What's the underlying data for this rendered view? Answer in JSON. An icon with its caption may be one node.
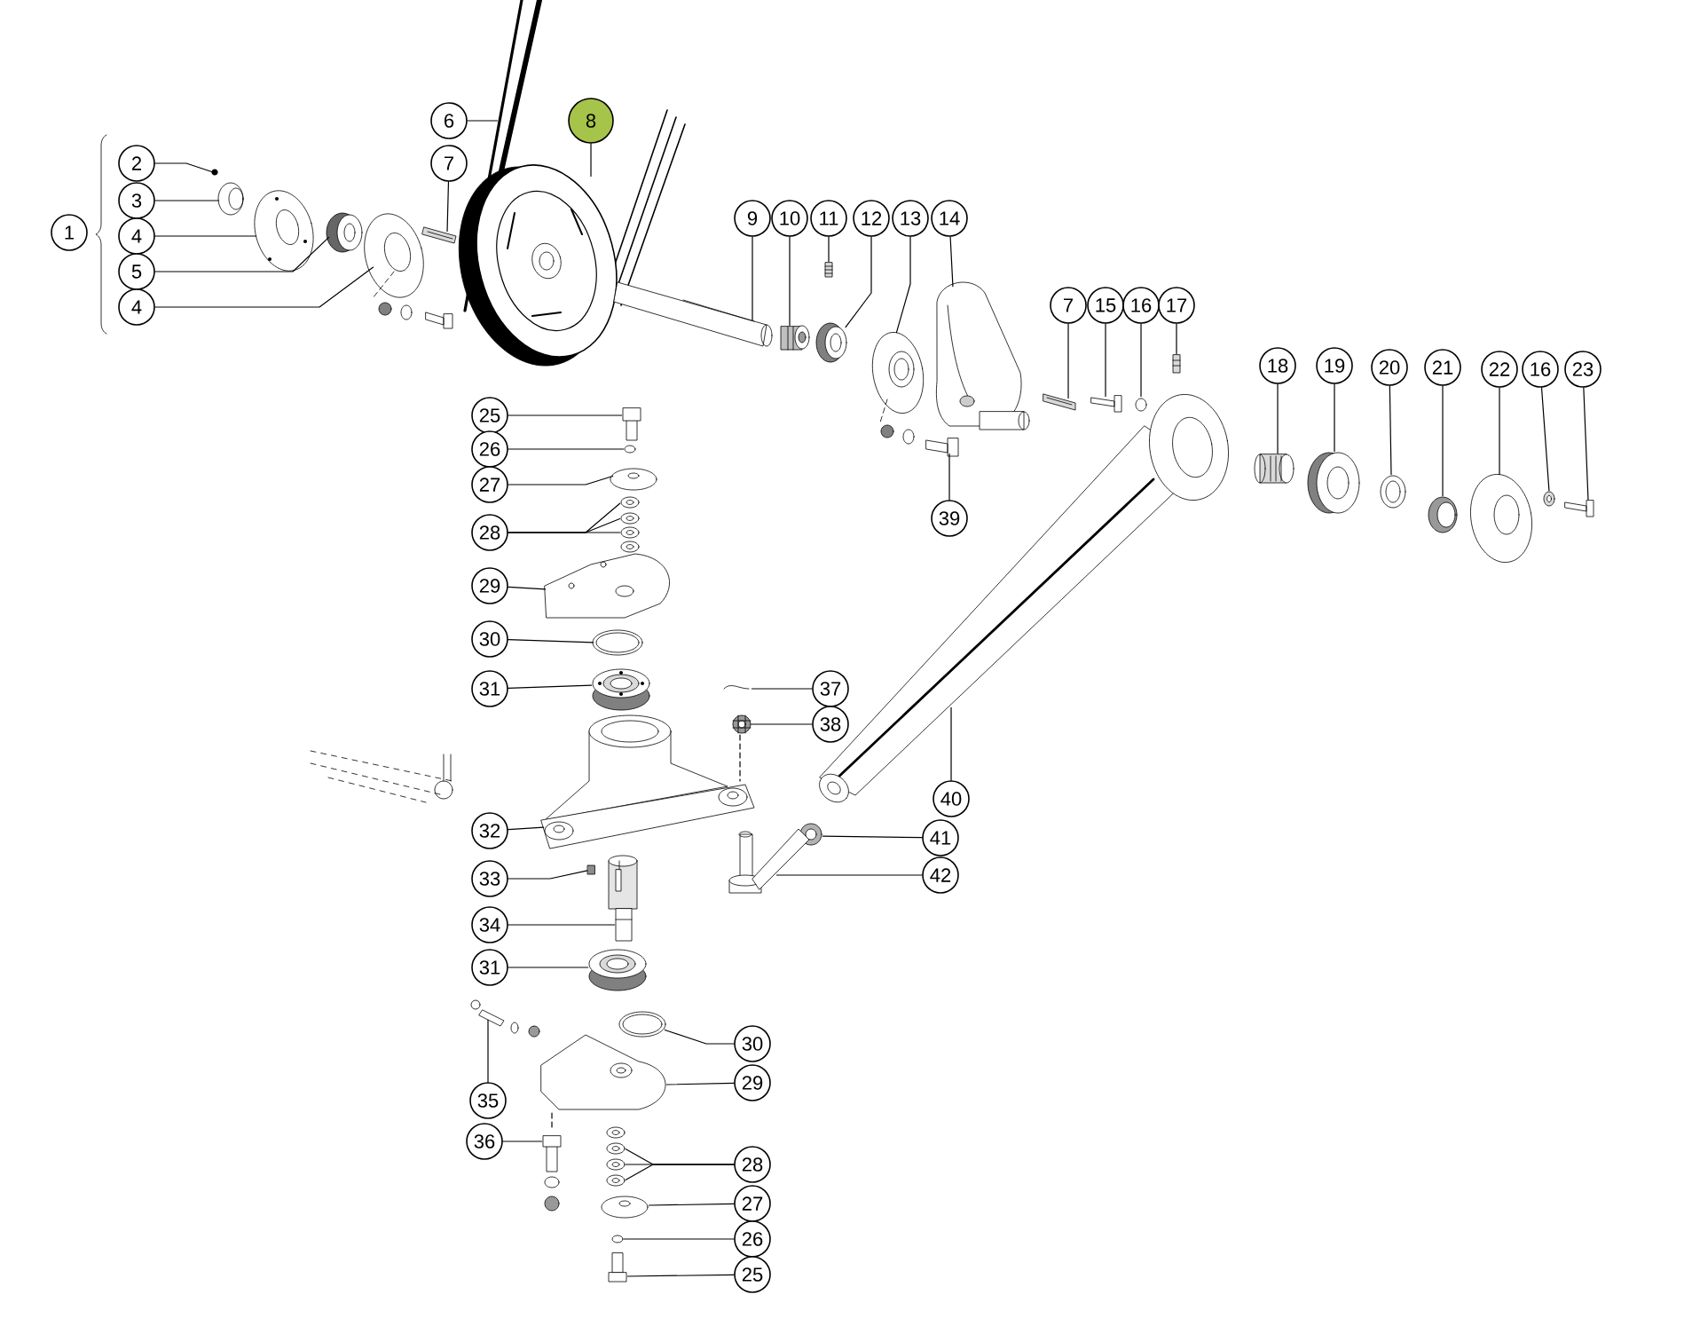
{
  "diagram": {
    "nodes": [
      {
        "text": [
          "1"
        ]
      },
      {
        "text": [
          "2"
        ]
      },
      {
        "text": [
          "3"
        ]
      },
      {
        "text": [
          "4"
        ]
      },
      {
        "text": [
          "5"
        ]
      },
      {
        "text": [
          "4"
        ]
      },
      {
        "text": [
          "6"
        ]
      },
      {
        "text": [
          "7"
        ]
      },
      {
        "text": [
          "8"
        ]
      },
      {
        "text": [
          "9"
        ]
      },
      {
        "text": [
          "10"
        ]
      },
      {
        "text": [
          "11"
        ]
      },
      {
        "text": [
          "12"
        ]
      },
      {
        "text": [
          "13"
        ]
      },
      {
        "text": [
          "14"
        ]
      },
      {
        "text": [
          "7"
        ]
      },
      {
        "text": [
          "15"
        ]
      },
      {
        "text": [
          "16"
        ]
      },
      {
        "text": [
          "17"
        ]
      },
      {
        "text": [
          "18"
        ]
      },
      {
        "text": [
          "19"
        ]
      },
      {
        "text": [
          "20"
        ]
      },
      {
        "text": [
          "21"
        ]
      },
      {
        "text": [
          "22"
        ]
      },
      {
        "text": [
          "16"
        ]
      },
      {
        "text": [
          "23"
        ]
      },
      {
        "text": [
          "25"
        ]
      },
      {
        "text": [
          "26"
        ]
      },
      {
        "text": [
          "27"
        ]
      },
      {
        "text": [
          "28"
        ]
      },
      {
        "text": [
          "29"
        ]
      },
      {
        "text": [
          "30"
        ]
      },
      {
        "text": [
          "31"
        ]
      },
      {
        "text": [
          "39"
        ]
      },
      {
        "text": [
          "37"
        ]
      },
      {
        "text": [
          "38"
        ]
      },
      {
        "text": [
          "40"
        ]
      },
      {
        "text": [
          "32"
        ]
      },
      {
        "text": [
          "41"
        ]
      },
      {
        "text": [
          "33"
        ]
      },
      {
        "text": [
          "42"
        ]
      },
      {
        "text": [
          "34"
        ]
      },
      {
        "text": [
          "31"
        ]
      },
      {
        "text": [
          "35"
        ]
      },
      {
        "text": [
          "30"
        ]
      },
      {
        "text": [
          "29"
        ]
      },
      {
        "text": [
          "36"
        ]
      },
      {
        "text": [
          "28"
        ]
      },
      {
        "text": [
          "27"
        ]
      },
      {
        "text": [
          "26"
        ]
      },
      {
        "text": [
          "25"
        ]
      },
      {
        "text": [],
        "shape": "picture"
      },
      {
        "text": [],
        "shape": "picture"
      },
      {
        "text": [],
        "shape": "picture"
      },
      {
        "text": [],
        "shape": "picture"
      },
      {
        "text": [],
        "shape": "picture"
      },
      {
        "text": [],
        "shape": "picture"
      },
      {
        "text": [],
        "shape": "picture"
      },
      {
        "text": [],
        "shape": "picture"
      },
      {
        "text": [],
        "shape": "picture"
      },
      {
        "text": [],
        "shape": "picture"
      },
      {
        "text": [],
        "shape": "picture"
      },
      {
        "text": [],
        "shape": "picture"
      },
      {
        "text": [],
        "shape": "picture"
      },
      {
        "text": [],
        "shape": "picture"
      },
      {
        "text": [],
        "shape": "picture"
      },
      {
        "text": [],
        "shape": "picture"
      },
      {
        "text": [],
        "shape": "picture"
      },
      {
        "text": [],
        "shape": "picture"
      },
      {
        "text": [],
        "shape": "picture"
      },
      {
        "text": [],
        "shape": "picture"
      },
      {
        "text": [],
        "shape": "picture"
      },
      {
        "text": [],
        "shape": "picture"
      },
      {
        "text": [],
        "shape": "picture"
      },
      {
        "text": [],
        "shape": "picture"
      },
      {
        "text": [],
        "shape": "picture"
      },
      {
        "text": [],
        "shape": "picture"
      },
      {
        "text": [],
        "shape": "picture"
      },
      {
        "text": [],
        "shape": "picture"
      },
      {
        "text": [],
        "shape": "picture"
      },
      {
        "text": [],
        "shape": "picture"
      },
      {
        "text": [],
        "shape": "picture"
      },
      {
        "text": [],
        "shape": "picture"
      },
      {
        "text": [],
        "shape": "picture"
      },
      {
        "text": [],
        "shape": "picture"
      },
      {
        "text": [],
        "shape": "picture"
      },
      {
        "text": [],
        "shape": "picture"
      },
      {
        "text": [],
        "shape": "picture"
      },
      {
        "text": [],
        "shape": "picture"
      },
      {
        "text": [],
        "shape": "picture"
      },
      {
        "text": [],
        "shape": "picture"
      },
      {
        "text": [],
        "shape": "box"
      },
      {
        "text": [],
        "shape": "picture"
      },
      {
        "text": [],
        "shape": "picture"
      },
      {
        "text": [],
        "shape": "picture"
      },
      {
        "text": [],
        "shape": "picture"
      },
      {
        "text": [],
        "shape": "picture"
      },
      {
        "text": [],
        "shape": "picture"
      },
      {
        "text": [],
        "shape": "picture"
      },
      {
        "text": [],
        "shape": "picture"
      },
      {
        "text": [],
        "shape": "picture"
      },
      {
        "text": [],
        "shape": "picture"
      },
      {
        "text": [],
        "shape": "picture"
      },
      {
        "text": [],
        "shape": "picture"
      },
      {
        "text": [],
        "shape": "picture"
      }
    ],
    "edges": [
      {
        "from": 1,
        "to": 51,
        "arrow": "none"
      },
      {
        "from": 2,
        "to": 52,
        "arrow": "none"
      },
      {
        "from": 3,
        "to": 53,
        "arrow": "none"
      },
      {
        "from": 4,
        "to": 54,
        "arrow": "none"
      },
      {
        "from": 5,
        "to": 55,
        "arrow": "none"
      },
      {
        "from": 6,
        "to": 56,
        "arrow": "none"
      },
      {
        "from": 7,
        "to": 57,
        "arrow": "none"
      },
      {
        "from": 8,
        "to": 58,
        "arrow": "none"
      },
      {
        "from": 9,
        "to": 59,
        "arrow": "none"
      },
      {
        "from": 10,
        "to": 60,
        "arrow": "none"
      },
      {
        "from": 11,
        "to": 61,
        "arrow": "none"
      },
      {
        "from": 12,
        "to": 62,
        "arrow": "none"
      },
      {
        "from": 13,
        "to": 63,
        "arrow": "none"
      },
      {
        "from": 14,
        "to": 64,
        "arrow": "none"
      },
      {
        "from": 15,
        "to": 65,
        "arrow": "none"
      },
      {
        "from": 16,
        "to": 66,
        "arrow": "none"
      },
      {
        "from": 17,
        "to": 67,
        "arrow": "none"
      },
      {
        "from": 18,
        "to": 68,
        "arrow": "none"
      },
      {
        "from": 19,
        "to": 69,
        "arrow": "none"
      },
      {
        "from": 20,
        "to": 70,
        "arrow": "none"
      },
      {
        "from": 21,
        "to": 71,
        "arrow": "none"
      },
      {
        "from": 22,
        "to": 72,
        "arrow": "none"
      },
      {
        "from": 23,
        "to": 73,
        "arrow": "none"
      },
      {
        "from": 24,
        "to": 74,
        "arrow": "none"
      },
      {
        "from": 25,
        "to": 75,
        "arrow": "none"
      },
      {
        "from": 26,
        "to": 76,
        "arrow": "none"
      },
      {
        "from": 27,
        "to": 77,
        "arrow": "none"
      },
      {
        "from": 28,
        "to": 78,
        "arrow": "none"
      },
      {
        "from": 29,
        "to": 79,
        "arrow": "none"
      },
      {
        "from": 29,
        "to": 80,
        "arrow": "none"
      },
      {
        "from": 29,
        "to": 81,
        "arrow": "none"
      },
      {
        "from": 30,
        "to": 82,
        "arrow": "none"
      },
      {
        "from": 31,
        "to": 83,
        "arrow": "none"
      },
      {
        "from": 32,
        "to": 84,
        "arrow": "none"
      },
      {
        "from": 33,
        "to": 85,
        "arrow": "none"
      },
      {
        "from": 34,
        "to": 86,
        "arrow": "none"
      },
      {
        "from": 35,
        "to": 87,
        "arrow": "none"
      },
      {
        "from": 36,
        "to": 88,
        "arrow": "none"
      },
      {
        "from": 37,
        "to": 89,
        "arrow": "none"
      },
      {
        "from": 38,
        "to": 90,
        "arrow": "none"
      },
      {
        "from": 39,
        "to": 91,
        "arrow": "none"
      },
      {
        "from": 40,
        "to": 92,
        "arrow": "none"
      },
      {
        "from": 41,
        "to": 93,
        "arrow": "none"
      },
      {
        "from": 42,
        "to": 94,
        "arrow": "none"
      },
      {
        "from": 43,
        "to": 95,
        "arrow": "none"
      },
      {
        "from": 44,
        "to": 96,
        "arrow": "none"
      },
      {
        "from": 45,
        "to": 97,
        "arrow": "none"
      },
      {
        "from": 46,
        "to": 98,
        "arrow": "none"
      },
      {
        "from": 47,
        "to": 99,
        "arrow": "none"
      },
      {
        "from": 47,
        "to": 100,
        "arrow": "none"
      },
      {
        "from": 47,
        "to": 101,
        "arrow": "none"
      },
      {
        "from": 48,
        "to": 102,
        "arrow": "none"
      },
      {
        "from": 49,
        "to": 103,
        "arrow": "none"
      },
      {
        "from": 50,
        "to": 104,
        "arrow": "none"
      },
      {
        "from": 87,
        "to": 89,
        "arrow": "none",
        "style": "dashed"
      },
      {
        "from": 97,
        "to": 98,
        "arrow": "none",
        "style": "dashed"
      }
    ]
  }
}
